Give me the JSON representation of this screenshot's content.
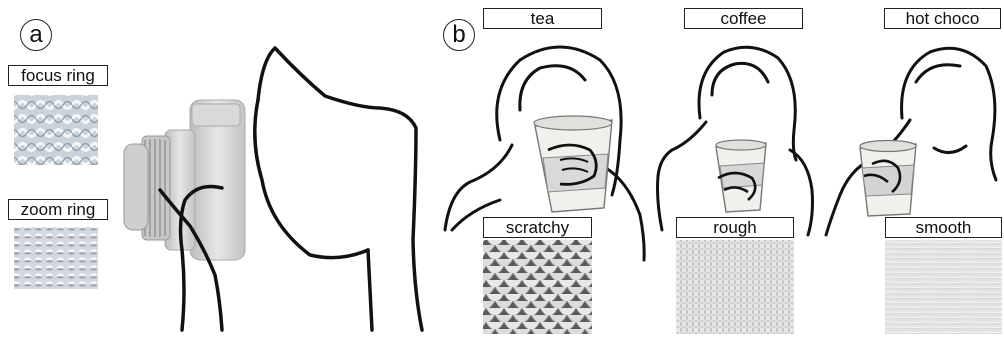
{
  "panel_a": {
    "badge": "a",
    "swatches": [
      {
        "label": "focus ring",
        "texture": "interlocked knit"
      },
      {
        "label": "zoom ring",
        "texture": "vertical ribs"
      }
    ]
  },
  "panel_b": {
    "badge": "b",
    "drinks": [
      {
        "label": "tea",
        "texture_label": "scratchy"
      },
      {
        "label": "coffee",
        "texture_label": "rough"
      },
      {
        "label": "hot choco",
        "texture_label": "smooth"
      }
    ]
  }
}
